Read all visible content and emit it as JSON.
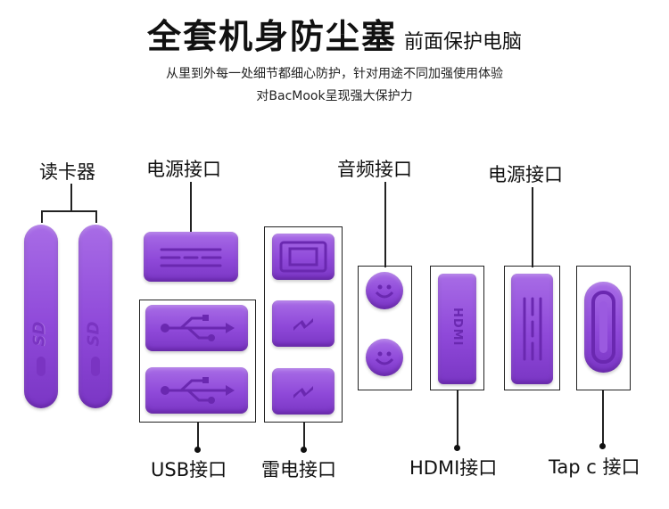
{
  "header": {
    "title": "全套机身防尘塞",
    "title_suffix": "前面保护电脑",
    "line1": "从里到外每一处细节都细心防护，针对用途不同加强使用体验",
    "line2": "对BacMook呈现强大保护力"
  },
  "labels": {
    "card_reader": "读卡器",
    "power_port_left": "电源接口",
    "audio_port": "音频接口",
    "power_port_right": "电源接口",
    "usb_port": "USB接口",
    "thunderbolt_port": "雷电接口",
    "hdmi_port": "HDMI接口",
    "typec_port": "Tap c 接口"
  },
  "product": {
    "plug_color": "#8e48d8",
    "sd_logo": "SD",
    "hdmi_logo": "HDMI"
  }
}
